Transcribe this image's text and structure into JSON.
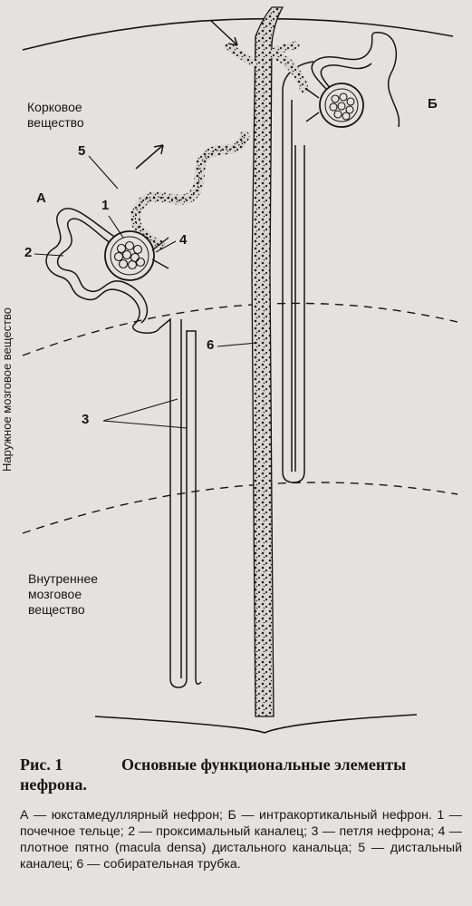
{
  "zones": {
    "cortex": "Корковое\nвещество",
    "outer_medulla": "Наружное мозговое\nвещество",
    "inner_medulla": "Внутреннее\nмозговое\nвещество"
  },
  "markers": {
    "A": "А",
    "B": "Б",
    "n1": "1",
    "n2": "2",
    "n3": "3",
    "n4": "4",
    "n5": "5",
    "n6": "6"
  },
  "caption": {
    "fig_label": "Рис. 1",
    "title_line1": "Основные функциональные элементы",
    "title_line2": "нефрона.",
    "legend": "А — юкстамедуллярный нефрон; Б — интракортикальный нефрон. 1 — почечное тельце; 2 — проксимальный каналец; 3 — петля нефрона; 4 — плотное пятно (macula densa) дистального канальца; 5 — дистальный каналец; 6 — собирательная трубка."
  },
  "colors": {
    "ink": "#151515",
    "paper": "#e4e2e0"
  }
}
